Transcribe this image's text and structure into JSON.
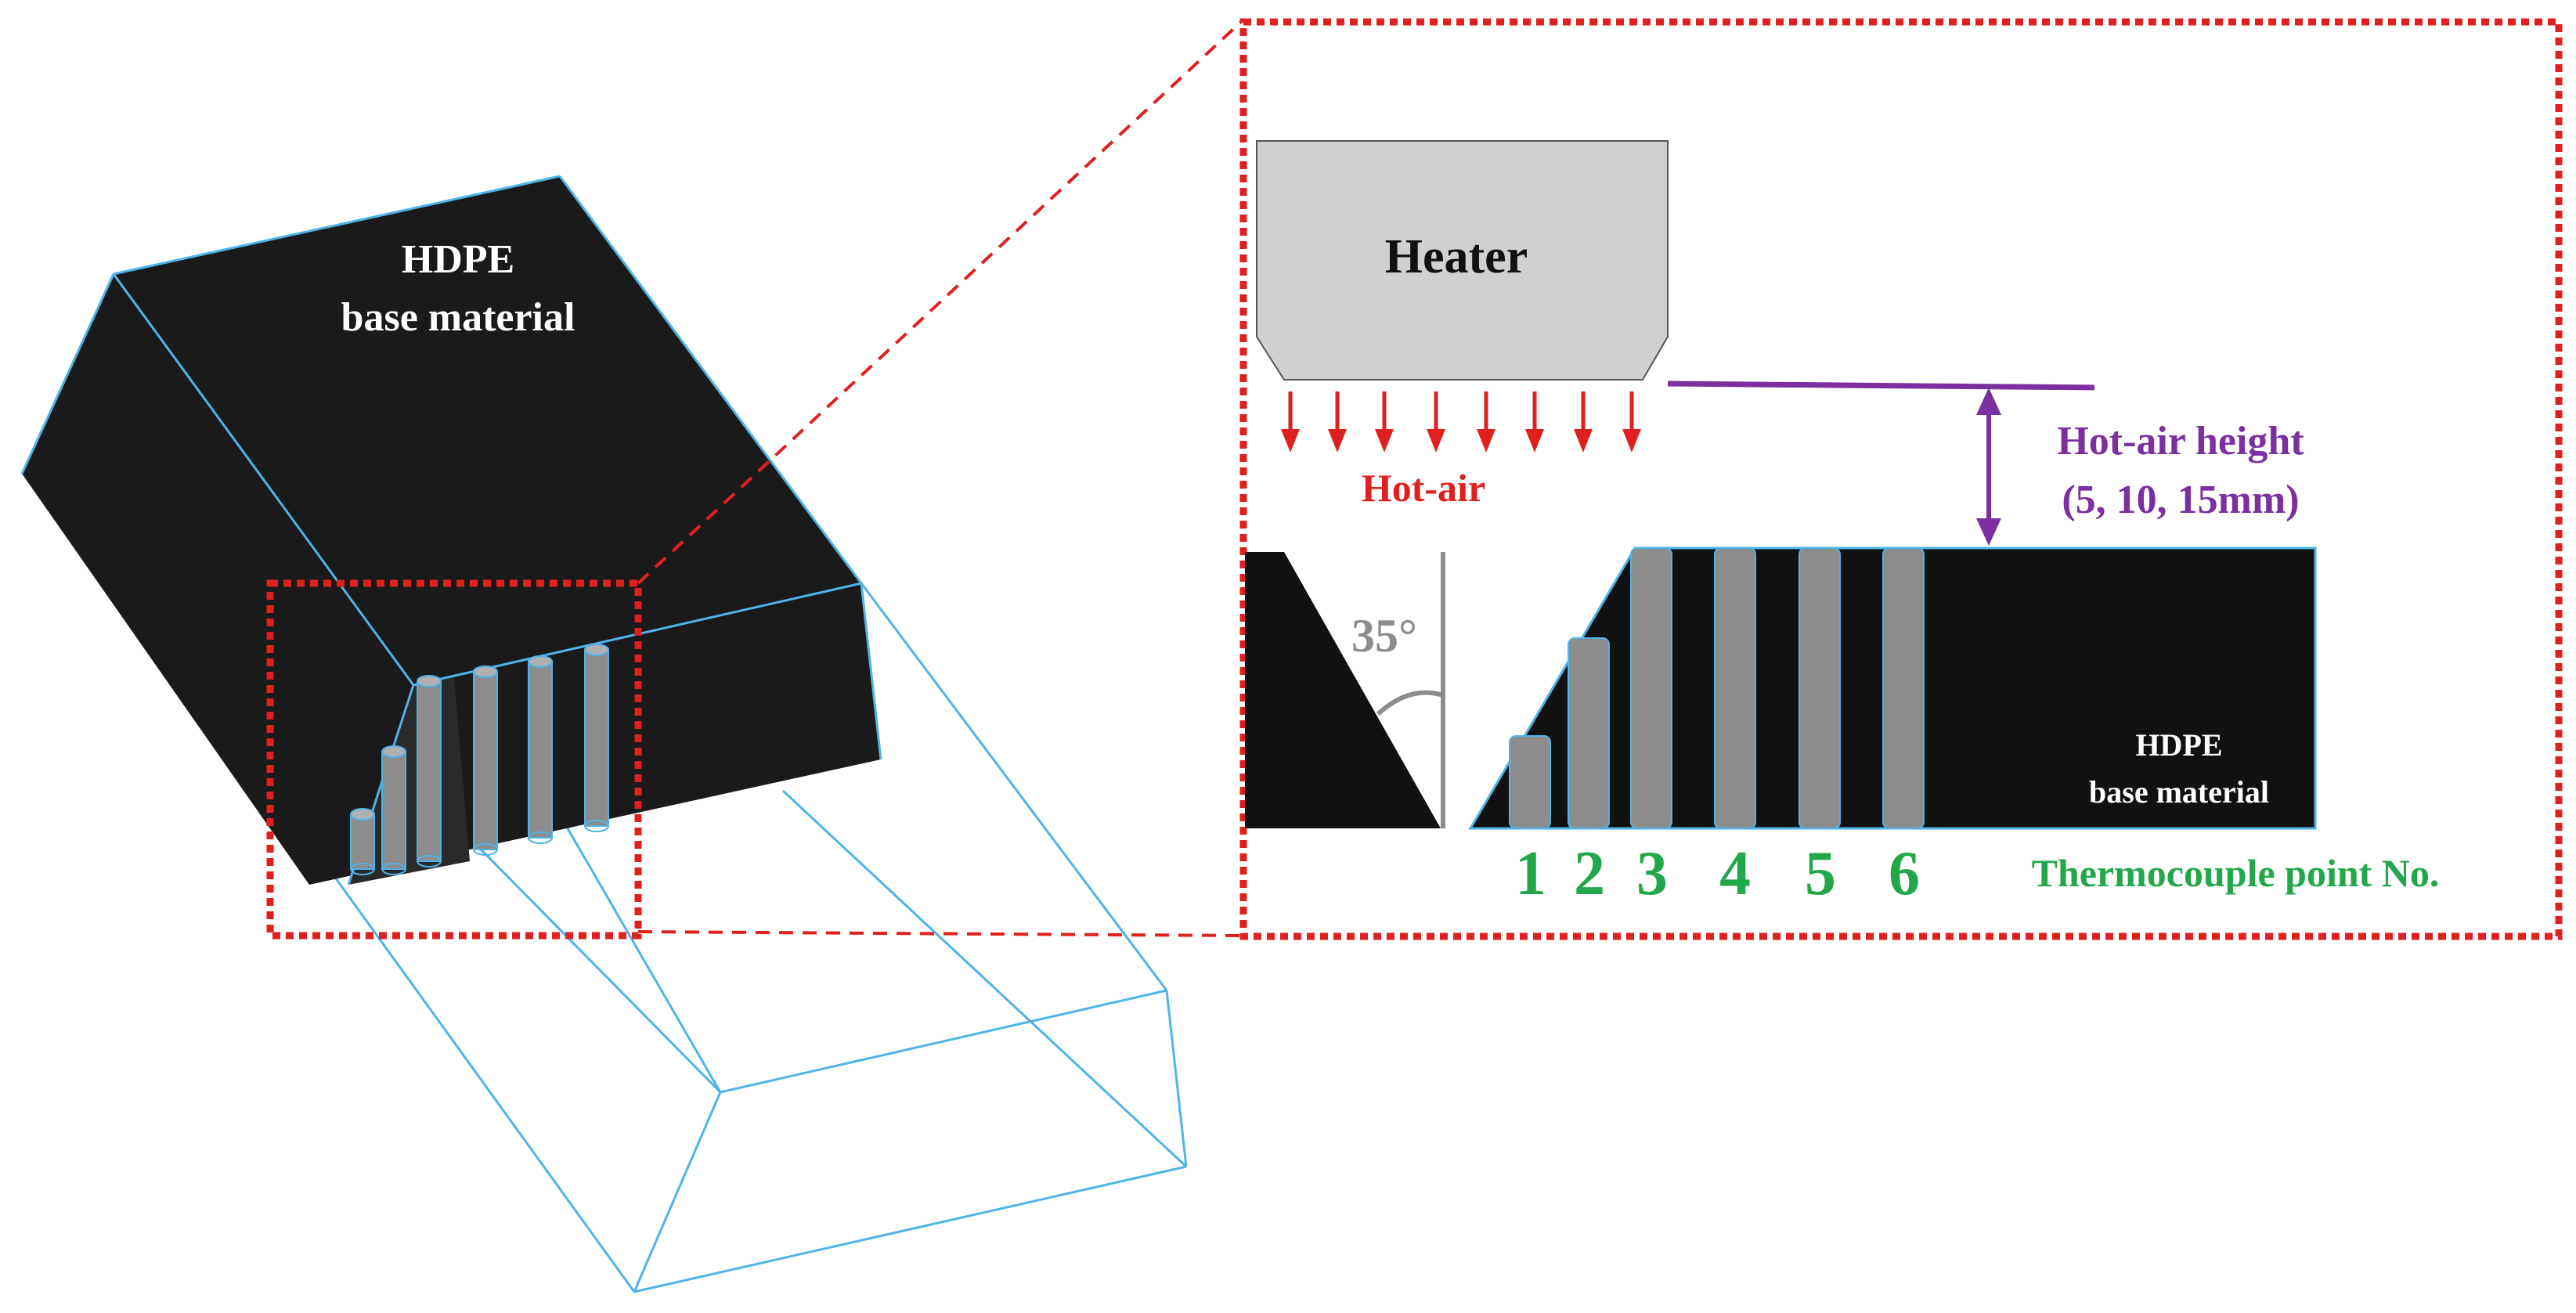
{
  "block_3d": {
    "label_line1": "HDPE",
    "label_line2": "base material"
  },
  "detail": {
    "heater_label": "Heater",
    "hot_air_label": "Hot-air",
    "height_label_line1": "Hot-air height",
    "height_label_line2": "(5, 10, 15mm)",
    "angle_label": "35°",
    "material_label_line1": "HDPE",
    "material_label_line2": "base material",
    "thermocouple_caption": "Thermocouple point No.",
    "thermocouple_points": [
      "1",
      "2",
      "3",
      "4",
      "5",
      "6"
    ]
  },
  "colors": {
    "block": "#1a1a1a",
    "edge": "#4fb3ea",
    "rod": "#8c8c8c",
    "zoom_box": "#e0201e",
    "heater_fill": "#d0d0d0",
    "hot_air": "#e0201e",
    "height": "#7b2fa0",
    "thermocouple": "#22a84a",
    "angle": "#8c8c8c"
  }
}
